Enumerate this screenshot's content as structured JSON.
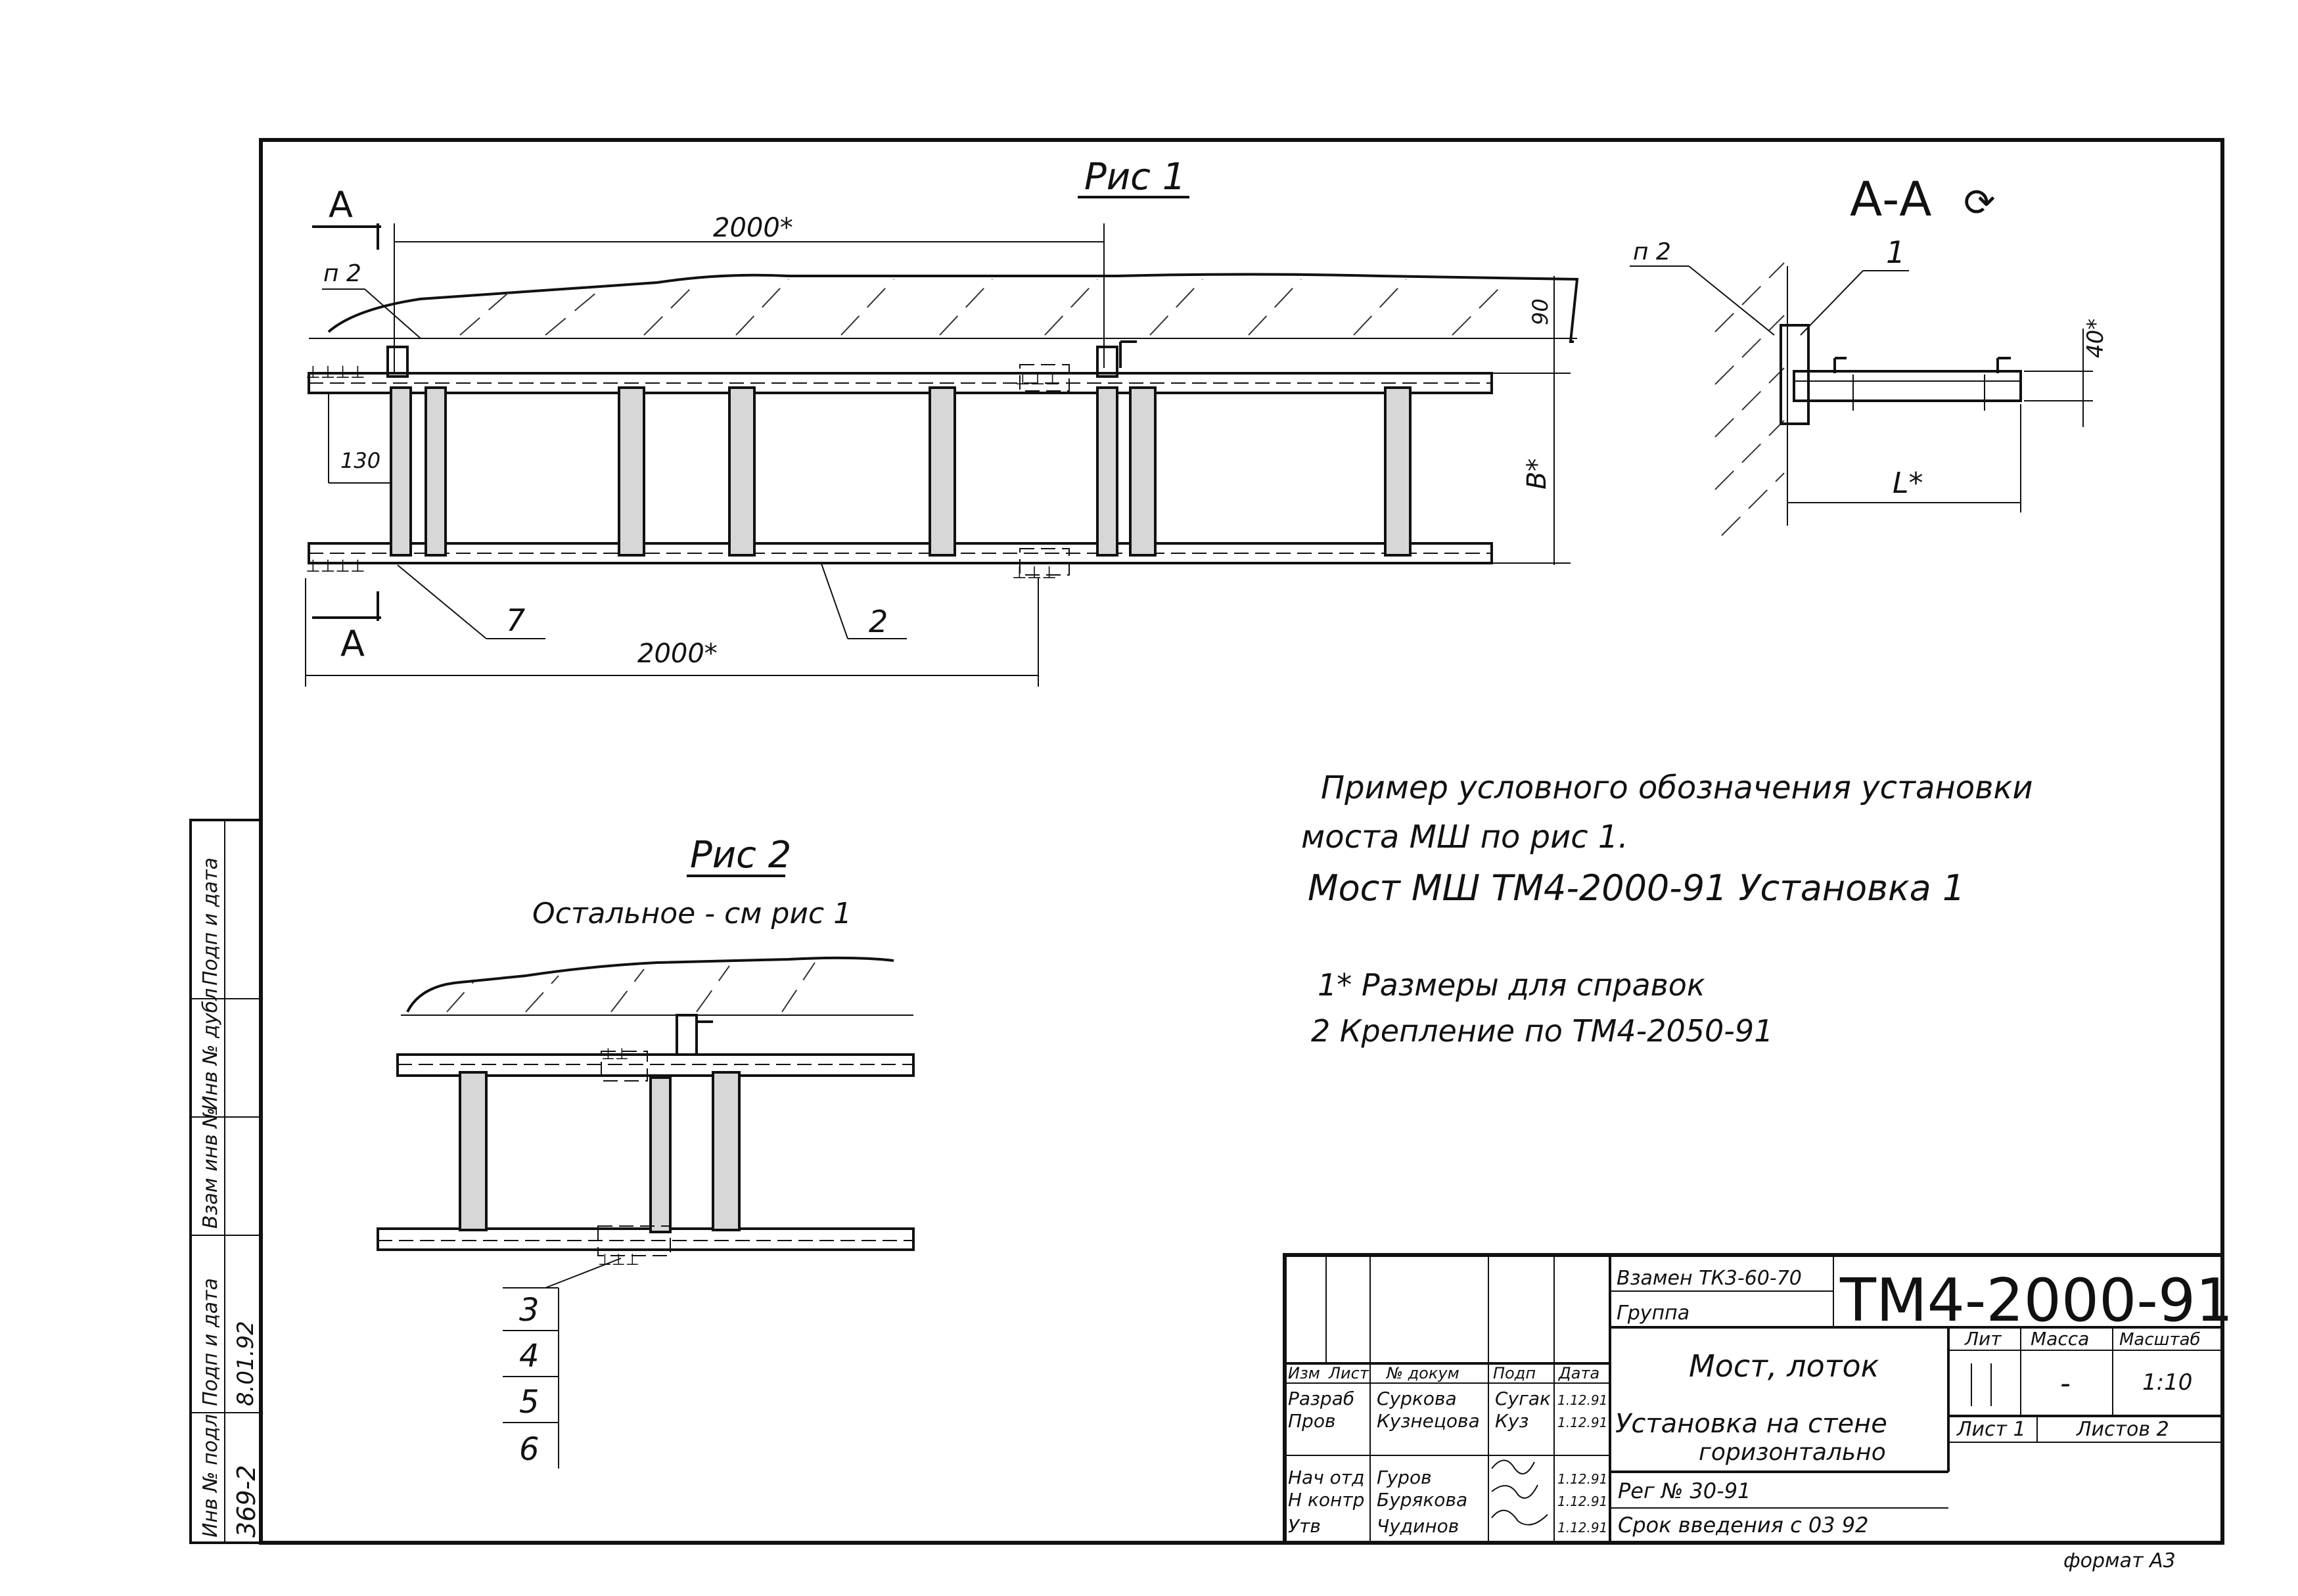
{
  "fig1": {
    "title": "Рис 1",
    "section_mark": "А",
    "dim_top": "2000*",
    "dim_bottom": "2000*",
    "dim_130": "130",
    "dim_90": "90",
    "dim_b": "В*",
    "callout_p2": "п 2",
    "callout_7": "7",
    "callout_2": "2"
  },
  "section": {
    "title": "А-А",
    "title_rotation_mark": "⟳",
    "callout_p2": "п 2",
    "callout_1": "1",
    "dim_40": "40*",
    "dim_l": "L*"
  },
  "fig2": {
    "title": "Рис 2",
    "subtitle": "Остальное - см рис 1",
    "callouts": [
      "3",
      "4",
      "5",
      "6"
    ]
  },
  "notes": {
    "line1": "Пример условного обозначения установки",
    "line2": "моста МШ по рис 1.",
    "line3": "Мост МШ ТМ4-2000-91  Установка 1",
    "note1": "1* Размеры для справок",
    "note2": "2  Крепление по ТМ4-2050-91"
  },
  "side_stamp": {
    "cells": [
      "Подп и дата",
      "Инв № дубл",
      "Взам инв №",
      "Подп и дата",
      "Инв № подл"
    ],
    "podp_value": "8.01.92",
    "inv_value": "369-2"
  },
  "title_block": {
    "replaces": "Взамен ТК3-60-70",
    "group": "Группа",
    "doc_number": "ТМ4-2000-91",
    "name_line1": "Мост, лоток",
    "name_line2": "Установка на стене",
    "name_line3": "горизонтально",
    "headers": {
      "izm": "Изм",
      "list": "Лист",
      "dokum": "№ докум",
      "podp": "Подп",
      "data": "Дата"
    },
    "rows": [
      {
        "role": "Разраб",
        "name": "Суркова",
        "sign": "Сугак",
        "date": "1.12.91"
      },
      {
        "role": "Пров",
        "name": "Кузнецова",
        "sign": "Куз",
        "date": "1.12.91"
      },
      {
        "role": "Нач отд",
        "name": "Гуров",
        "sign": "",
        "date": "1.12.91"
      },
      {
        "role": "Н контр",
        "name": "Бурякова",
        "sign": "",
        "date": "1.12.91"
      },
      {
        "role": "Утв",
        "name": "Чудинов",
        "sign": "",
        "date": "1.12.91"
      }
    ],
    "lit_label": "Лит",
    "mass_label": "Масса",
    "scale_label": "Масштаб",
    "mass_value": "-",
    "scale_value": "1:10",
    "sheet_label": "Лист 1",
    "sheets_label": "Листов 2",
    "reg": "Рег № 30-91",
    "term": "Срок введения с 03 92"
  },
  "format": "формат А3"
}
